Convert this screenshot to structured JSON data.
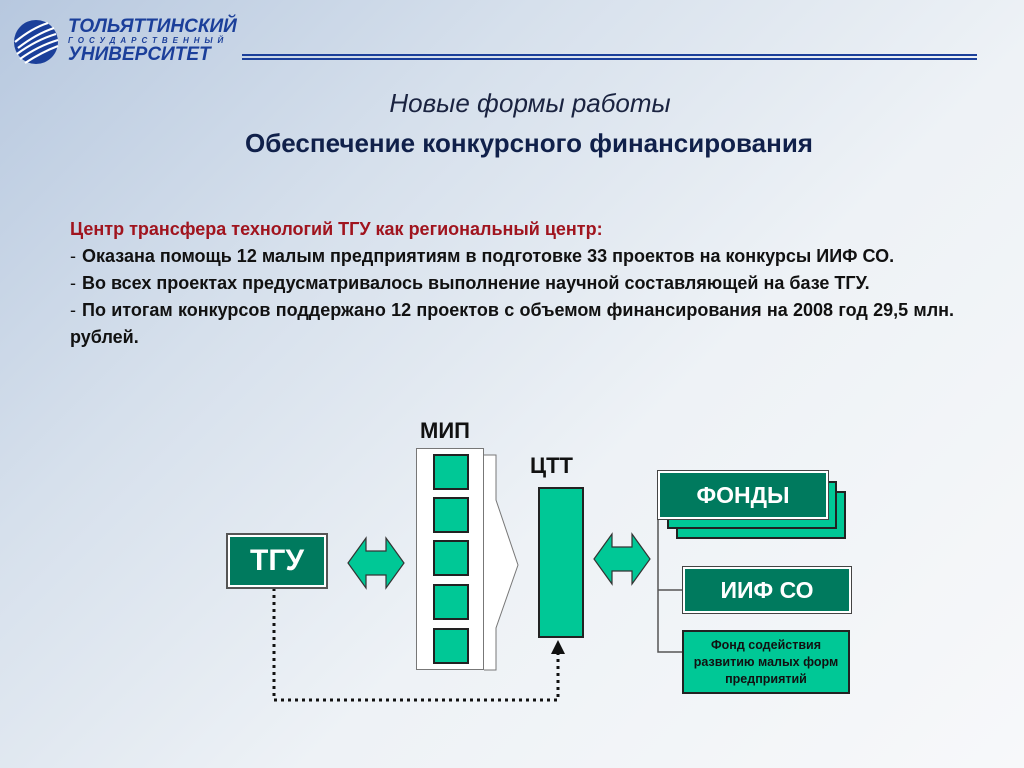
{
  "header": {
    "logo_line1": "ТОЛЬЯТТИНСКИЙ",
    "logo_line2": "ГОСУДАРСТВЕННЫЙ",
    "logo_line3": "УНИВЕРСИТЕТ",
    "accent_color": "#1b3f9a"
  },
  "titles": {
    "subtitle": "Новые формы работы",
    "main": "Обеспечение конкурсного финансирования"
  },
  "text": {
    "heading": "Центр трансфера технологий ТГУ как региональный центр:",
    "dash": "-",
    "bullets": [
      "Оказана помощь 12 малым предприятиям в подготовке 33 проектов на конкурсы ИИФ СО.",
      "Во всех проектах предусматривалось выполнение научной составляющей на базе ТГУ.",
      "По итогам конкурсов поддержано 12 проектов с объемом финансирования на 2008 год 29,5 млн. рублей."
    ]
  },
  "diagram": {
    "tgu": "ТГУ",
    "mip_label": "МИП",
    "ctt_label": "ЦТТ",
    "funds": "ФОНДЫ",
    "iif": "ИИФ СО",
    "fss": "Фонд содействия развитию малых форм предприятий",
    "colors": {
      "box_dark": "#007a5e",
      "box_light": "#00c896"
    }
  }
}
